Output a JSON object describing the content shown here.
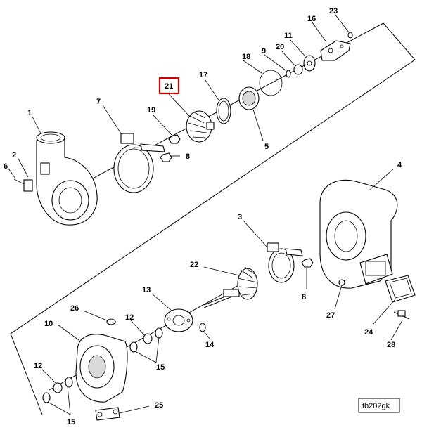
{
  "diagram": {
    "highlighted_callout": "21",
    "reference_code": "tb202gk",
    "callouts": [
      "1",
      "2",
      "6",
      "7",
      "19",
      "21",
      "17",
      "18",
      "9",
      "20",
      "11",
      "16",
      "23",
      "8",
      "5",
      "4",
      "3",
      "22",
      "8",
      "13",
      "12",
      "26",
      "10",
      "14",
      "27",
      "24",
      "28",
      "12",
      "15",
      "15",
      "25"
    ],
    "accent_color": "#d00000"
  }
}
